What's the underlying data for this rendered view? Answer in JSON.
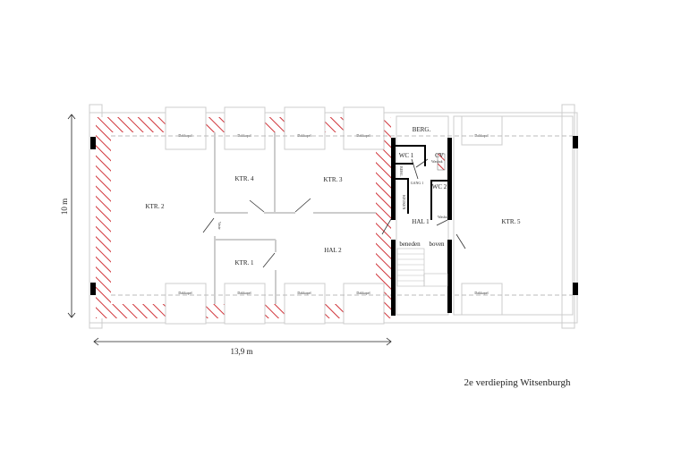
{
  "colors": {
    "hatch": "#d0343a",
    "wall": "#000000",
    "partition": "#cccccc"
  },
  "caption": "2e verdieping Witsenburgh",
  "dimensions": {
    "height": "10 m",
    "width": "13,9 m"
  },
  "rooms": {
    "ktr2": "KTR. 2",
    "ktr4": "KTR. 4",
    "ktr3": "KTR. 3",
    "ktr1": "KTR. 1",
    "hal2": "HAL 2",
    "berg": "BERG.",
    "wc1": "WC 1",
    "cv": "CV",
    "gang1": "GANG 1",
    "wc2": "WC 2",
    "keuken": "KEUKEN",
    "berg_small": "BERG.",
    "hal1": "HAL 1",
    "ktr5": "KTR. 5",
    "beneden": "beneden",
    "boven": "boven"
  },
  "dormers": [
    "Dakkapel",
    "Dakkapel",
    "Dakkapel",
    "Dakkapel",
    "Dakkapel",
    "Dakkapel",
    "Dakkapel",
    "Dakkapel",
    "Dakkapel",
    "Dakkapel"
  ],
  "small_labels": {
    "vaste": "Vaste",
    "wasbak": "Wasbak"
  }
}
